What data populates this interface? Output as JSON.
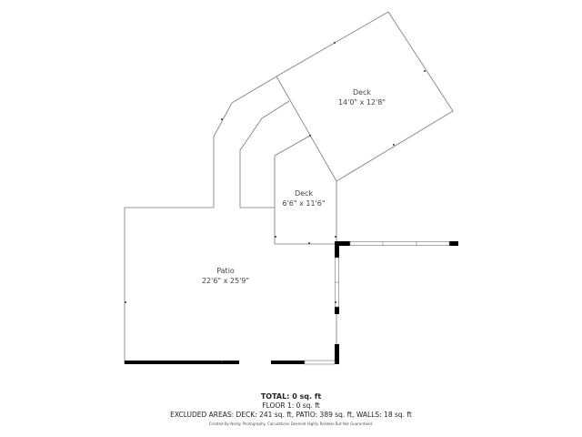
{
  "rooms": [
    {
      "name": "Deck",
      "dims": "14'0\" x 12'8\""
    },
    {
      "name": "Deck",
      "dims": "6'6\" x 11'6\""
    },
    {
      "name": "Patio",
      "dims": "22'6\" x 25'9\""
    }
  ],
  "summary": {
    "total": "TOTAL: 0 sq. ft",
    "floor": "FLOOR 1: 0 sq. ft",
    "excluded": "EXCLUDED AREAS: DECK: 241 sq. ft, PATIO: 389 sq. ft, WALLS: 18 sq. ft",
    "credit": "Created By Nordy Photography. Calculations Deemed Highly Reliable But Not Guaranteed."
  },
  "colors": {
    "line": "#777777",
    "wall": "#000000"
  }
}
